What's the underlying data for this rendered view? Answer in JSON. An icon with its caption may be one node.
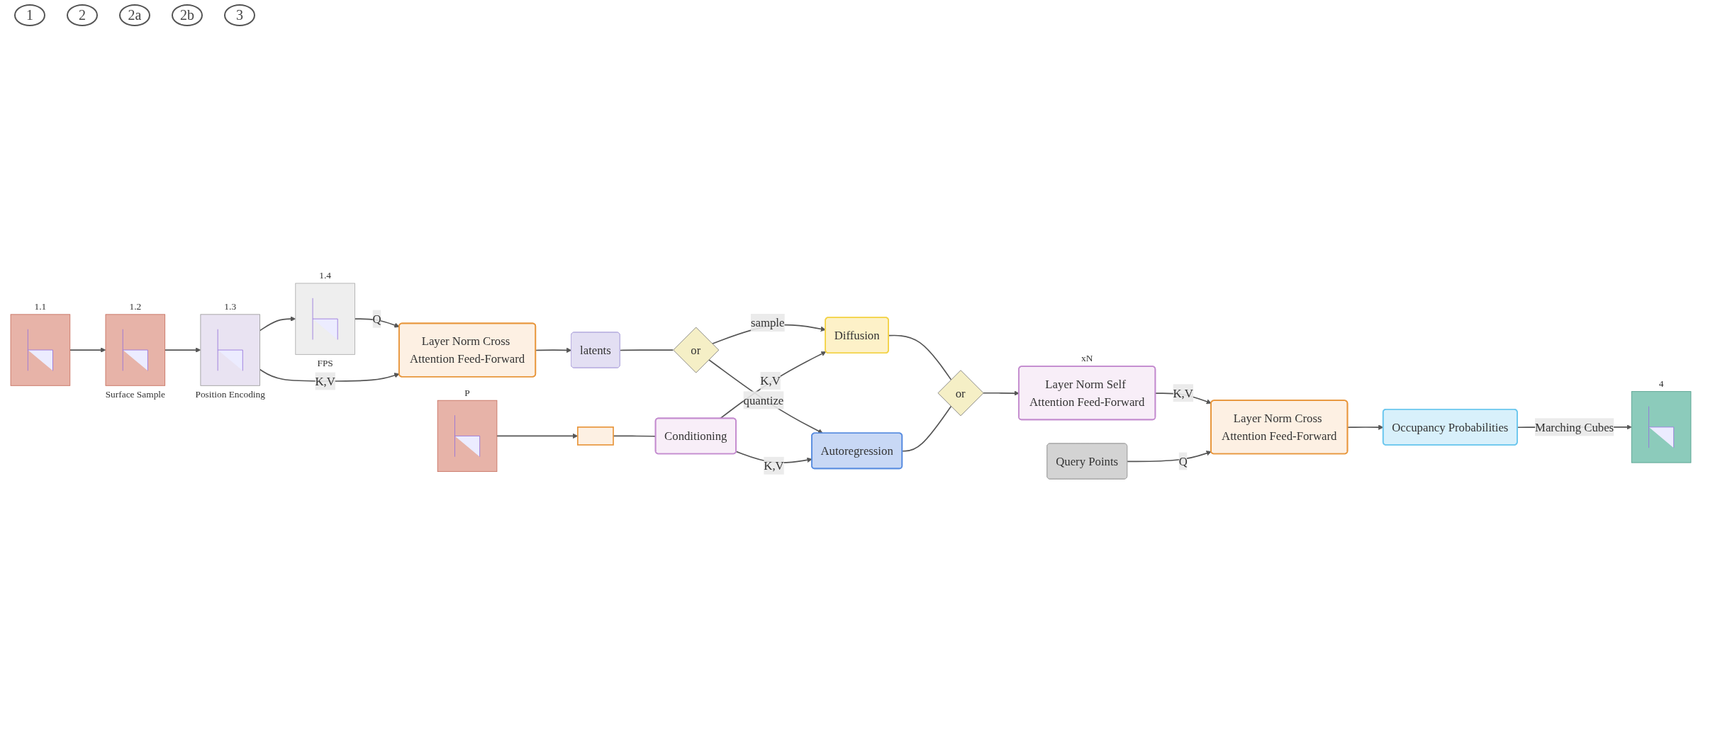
{
  "diagram": {
    "nodes": [
      {
        "text": [],
        "shape": "picture",
        "beside": [
          "1.1"
        ]
      },
      {
        "text": [],
        "shape": "picture",
        "beside": [
          "1.2",
          "Surface Sample"
        ]
      },
      {
        "text": [],
        "shape": "picture",
        "beside": [
          "1.3",
          "Position Encoding"
        ]
      },
      {
        "text": [],
        "shape": "picture",
        "beside": [
          "1.4",
          "FPS"
        ]
      },
      {
        "text": [
          "Layer Norm Cross Attention Feed-Forward"
        ]
      },
      {
        "text": [
          "latents"
        ]
      },
      {
        "text": [
          "or"
        ]
      },
      {
        "text": [
          "Diffusion"
        ]
      },
      {
        "text": [],
        "shape": "picture",
        "beside": [
          "P"
        ]
      },
      {
        "text": [],
        "shape": "box"
      },
      {
        "text": [
          "Conditioning"
        ]
      },
      {
        "text": [
          "Autoregression"
        ]
      },
      {
        "text": [
          "or"
        ]
      },
      {
        "text": [
          "Layer Norm Self Attention Feed-Forward"
        ],
        "beside": [
          "xN"
        ]
      },
      {
        "text": [
          "Layer Norm Cross Attention Feed-Forward"
        ]
      },
      {
        "text": [
          "Query Points"
        ]
      },
      {
        "text": [
          "Occupancy Probabilities"
        ]
      },
      {
        "text": [],
        "shape": "picture",
        "beside": [
          "4"
        ]
      }
    ],
    "edges": [
      {
        "from": 0,
        "to": 1,
        "arrow": "to"
      },
      {
        "from": 1,
        "to": 2,
        "arrow": "to"
      },
      {
        "from": 2,
        "to": 3,
        "arrow": "to"
      },
      {
        "from": 3,
        "to": 4,
        "label": "Q",
        "arrow": "to"
      },
      {
        "from": 2,
        "to": 4,
        "label": "K,V",
        "arrow": "to"
      },
      {
        "from": 4,
        "to": 5,
        "arrow": "to"
      },
      {
        "from": 5,
        "to": 6,
        "arrow": "none"
      },
      {
        "from": 6,
        "to": 7,
        "label": "sample",
        "arrow": "to"
      },
      {
        "from": 6,
        "to": 11,
        "label": "quantize",
        "arrow": "to"
      },
      {
        "from": 8,
        "to": 9,
        "arrow": "to"
      },
      {
        "from": 9,
        "to": 10,
        "arrow": "none"
      },
      {
        "from": 10,
        "to": 7,
        "label": "K,V",
        "arrow": "to"
      },
      {
        "from": 10,
        "to": 11,
        "label": "K,V",
        "arrow": "to"
      },
      {
        "from": 7,
        "to": 12,
        "arrow": "none"
      },
      {
        "from": 11,
        "to": 12,
        "arrow": "none"
      },
      {
        "from": 12,
        "to": 13,
        "arrow": "to"
      },
      {
        "from": 13,
        "to": 14,
        "label": "K,V",
        "arrow": "to"
      },
      {
        "from": 15,
        "to": 14,
        "label": "Q",
        "arrow": "to"
      },
      {
        "from": 14,
        "to": 16,
        "arrow": "to"
      },
      {
        "from": 16,
        "to": 17,
        "label": "Marching Cubes",
        "arrow": "to"
      }
    ],
    "labels": [
      "1",
      "2",
      "2a",
      "2b",
      "3"
    ]
  }
}
